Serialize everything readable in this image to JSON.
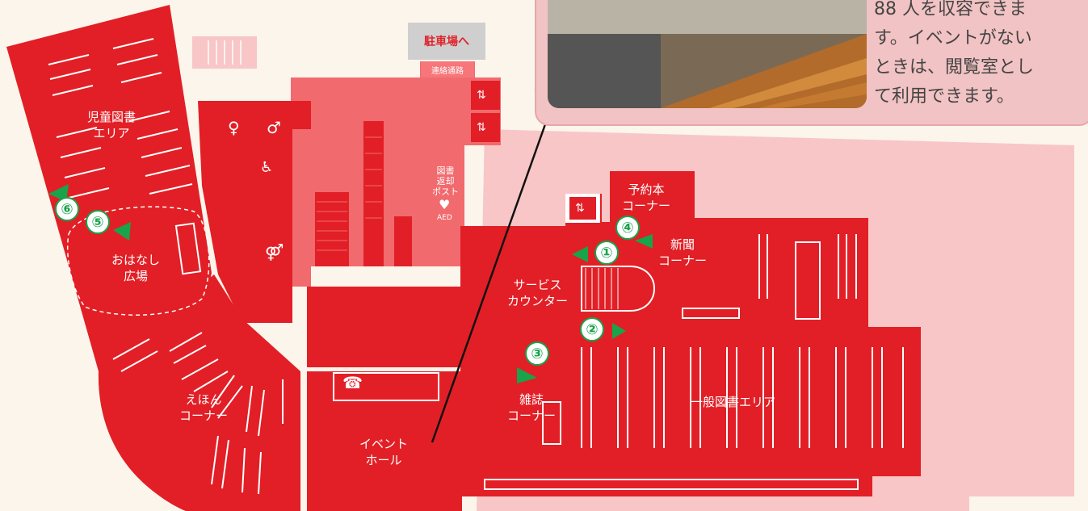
{
  "callout": {
    "lines": [
      "88 人を収容できま",
      "す。イベントがない",
      "ときは、閲覧室とし",
      "て利用できます。"
    ]
  },
  "parking": {
    "label": "駐車場へ",
    "passage": "連絡通路"
  },
  "areas": {
    "children": [
      "児童図書",
      "エリア"
    ],
    "ohanashi": [
      "おはなし",
      "広場"
    ],
    "ehon": [
      "えほん",
      "コーナー"
    ],
    "event": [
      "イベント",
      "ホール"
    ],
    "service": [
      "サービス",
      "カウンター"
    ],
    "reserve": [
      "予約本",
      "コーナー"
    ],
    "newspaper": [
      "新聞",
      "コーナー"
    ],
    "magazine": [
      "雑誌",
      "コーナー"
    ],
    "general": "一般図書エリア",
    "returnpost": [
      "図書",
      "返却",
      "ポスト"
    ],
    "aed": "AED"
  },
  "markers": [
    "①",
    "②",
    "③",
    "④",
    "⑤",
    "⑥"
  ],
  "icons": [
    "elevator-icon",
    "restroom-icon",
    "accessible-restroom-icon",
    "aed-icon",
    "phone-icon",
    "staff-icon",
    "nursing-icon"
  ]
}
